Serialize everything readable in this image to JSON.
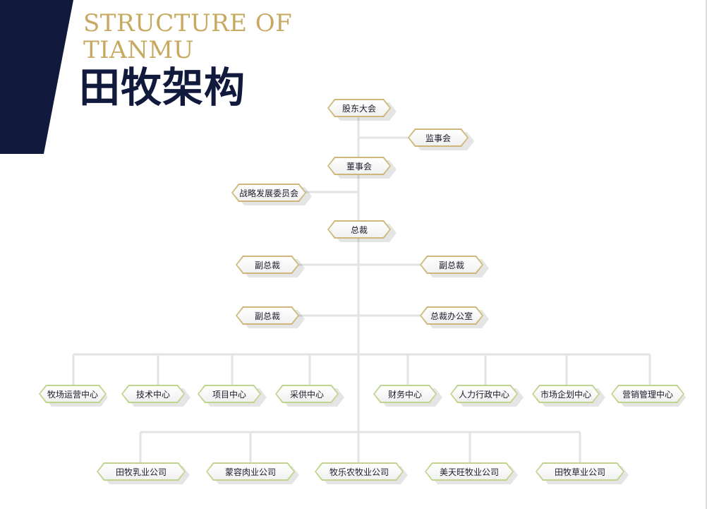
{
  "header": {
    "title_en_line1": "STRUCTURE OF",
    "title_en_line2": "TIANMU",
    "title_cn": "田牧架构"
  },
  "colors": {
    "navy": "#111a3c",
    "gold": "#c7a961",
    "gold_border": "#cfb77c",
    "green_border": "#bfd58c",
    "connector": "#e3e3e3"
  },
  "org": {
    "shareholders": "股东大会",
    "supervisors": "监事会",
    "board": "董事会",
    "strategy_committee": "战略发展委员会",
    "president": "总裁",
    "vp_left_1": "副总裁",
    "vp_right_1": "副总裁",
    "vp_left_2": "副总裁",
    "president_office": "总裁办公室",
    "centers": [
      "牧场运营中心",
      "技术中心",
      "项目中心",
      "采供中心",
      "财务中心",
      "人力行政中心",
      "市场企划中心",
      "营销管理中心"
    ],
    "companies": [
      "田牧乳业公司",
      "蒙容肉业公司",
      "牧乐农牧业公司",
      "美天旺牧业公司",
      "田牧草业公司"
    ]
  }
}
